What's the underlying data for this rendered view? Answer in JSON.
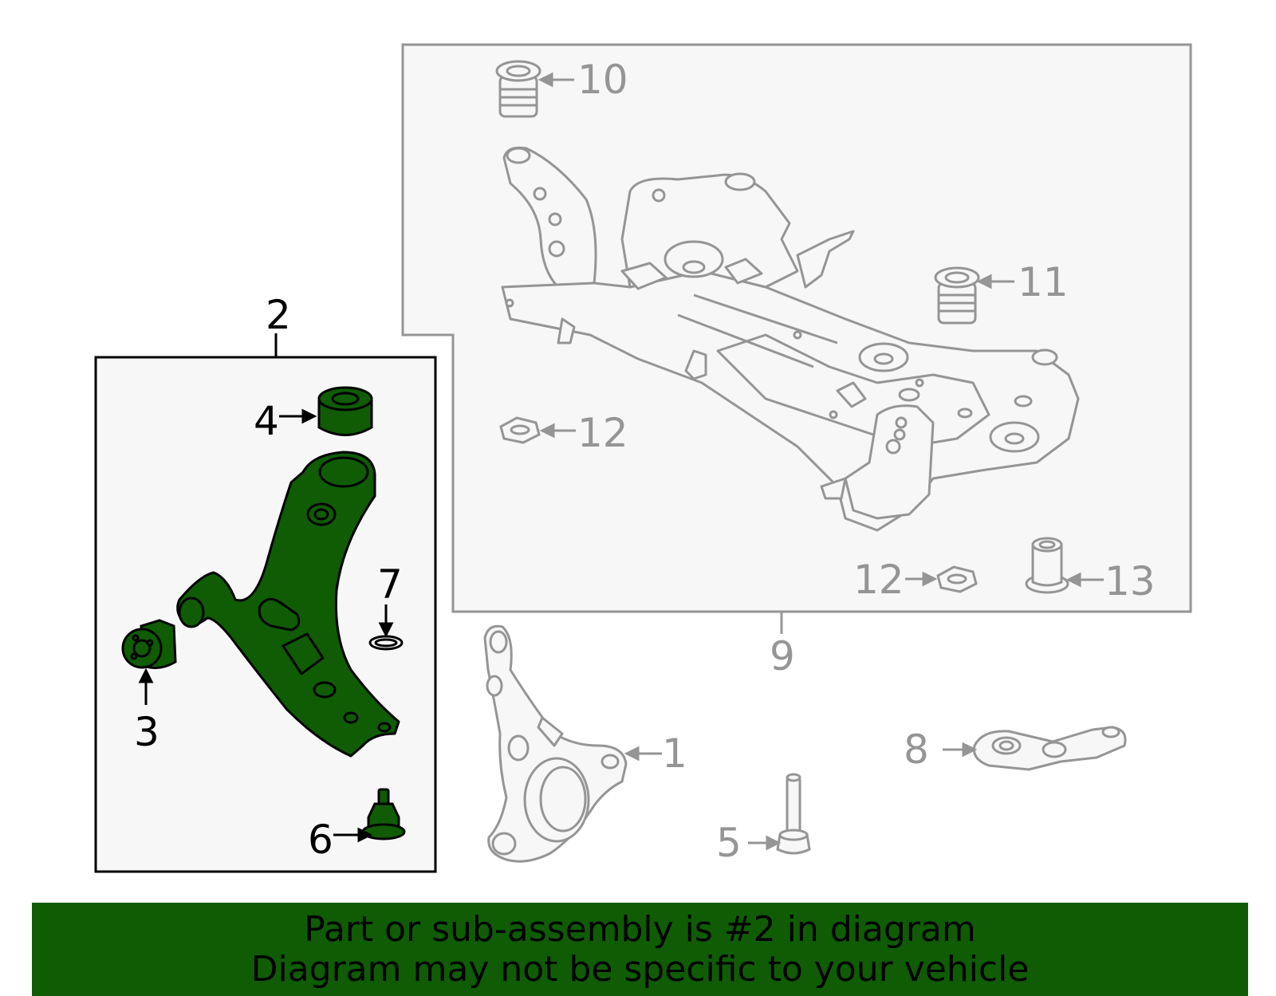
{
  "colors": {
    "highlight": "#0f5c05",
    "banner": "#0f5c05",
    "outline_gray": "#959595",
    "panel_bg": "#f7f7f7"
  },
  "callouts": {
    "c1": "1",
    "c2": "2",
    "c3": "3",
    "c4": "4",
    "c5": "5",
    "c6": "6",
    "c7": "7",
    "c8": "8",
    "c9": "9",
    "c10": "10",
    "c11": "11",
    "c12a": "12",
    "c12b": "12",
    "c13": "13"
  },
  "banner": {
    "line1": "Part or sub-assembly is #2 in diagram",
    "line2": "Diagram may not be specific to your vehicle"
  }
}
